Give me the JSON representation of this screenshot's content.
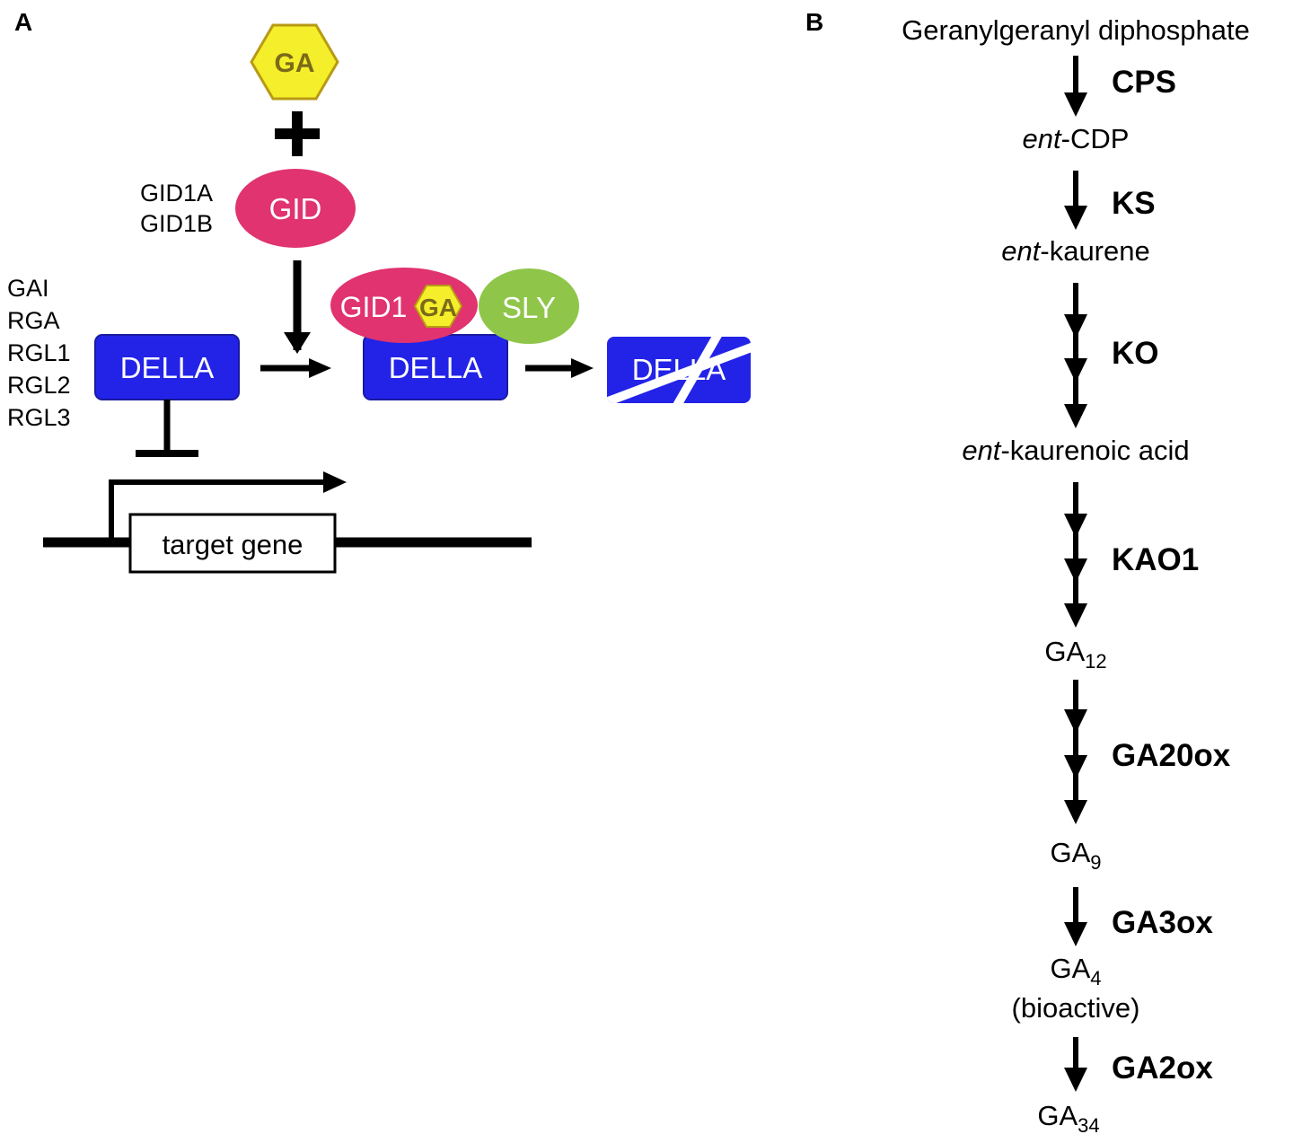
{
  "panel_a": {
    "label": "A",
    "ga_hex": "GA",
    "gid_labels": [
      "GID1A",
      "GID1B"
    ],
    "gid_ellipse": "GID",
    "della_labels": [
      "GAI",
      "RGA",
      "RGL1",
      "RGL2",
      "RGL3"
    ],
    "della_box": "DELLA",
    "complex_gid1": "GID1",
    "complex_ga": "GA",
    "sly": "SLY",
    "della_bound": "DELLA",
    "della_degraded": "DELLA",
    "target_gene": "target gene"
  },
  "panel_b": {
    "label": "B",
    "compounds": [
      {
        "prefix": "",
        "name": "Geranylgeranyl diphosphate",
        "sub": ""
      },
      {
        "prefix": "ent",
        "name": "-CDP",
        "sub": ""
      },
      {
        "prefix": "ent",
        "name": "-kaurene",
        "sub": ""
      },
      {
        "prefix": "ent",
        "name": "-kaurenoic acid",
        "sub": ""
      },
      {
        "prefix": "",
        "name": "GA",
        "sub": "12"
      },
      {
        "prefix": "",
        "name": "GA",
        "sub": "9"
      },
      {
        "prefix": "",
        "name": "GA",
        "sub": "4"
      },
      {
        "prefix": "",
        "name": "GA",
        "sub": "34"
      }
    ],
    "bioactive_note": "(bioactive)",
    "enzymes": [
      "CPS",
      "KS",
      "KO",
      "KAO1",
      "GA20ox",
      "GA3ox",
      "GA2ox"
    ]
  },
  "colors": {
    "ga_fill": "#f5ee2a",
    "ga_stroke": "#b89a14",
    "gid_fill": "#e0336f",
    "della_fill": "#2323e8",
    "della_stroke": "#1a1aa0",
    "sly_fill": "#8fc64a",
    "arrow": "#000000"
  }
}
